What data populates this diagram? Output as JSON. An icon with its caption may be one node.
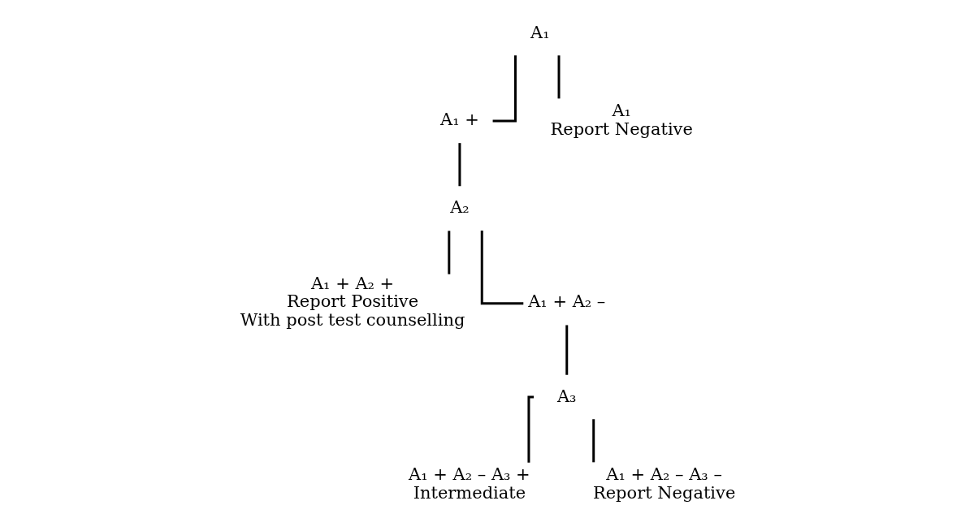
{
  "diagram": {
    "nodes": [
      {
        "text": [
          "A₁"
        ]
      },
      {
        "text": [
          "A₁ +"
        ]
      },
      {
        "text": [
          "A₁",
          "Report Negative"
        ]
      },
      {
        "text": [
          "A₂"
        ]
      },
      {
        "text": [
          "A₁ + A₂ +",
          "Report Positive",
          "With post test counselling"
        ]
      },
      {
        "text": [
          "A₁ + A₂ –"
        ]
      },
      {
        "text": [
          "A₃"
        ]
      },
      {
        "text": [
          "A₁ + A₂ – A₃ +",
          "Intermediate"
        ]
      },
      {
        "text": [
          "A₁ + A₂ – A₃ –",
          "Report Negative"
        ]
      }
    ],
    "edges": [
      {
        "from": 0,
        "to": 1,
        "arrow": "none"
      },
      {
        "from": 0,
        "to": 2,
        "arrow": "none"
      },
      {
        "from": 1,
        "to": 3,
        "arrow": "none"
      },
      {
        "from": 3,
        "to": 4,
        "arrow": "none"
      },
      {
        "from": 3,
        "to": 5,
        "arrow": "none"
      },
      {
        "from": 5,
        "to": 6,
        "arrow": "none"
      },
      {
        "from": 6,
        "to": 7,
        "arrow": "none"
      },
      {
        "from": 6,
        "to": 8,
        "arrow": "none"
      }
    ]
  }
}
